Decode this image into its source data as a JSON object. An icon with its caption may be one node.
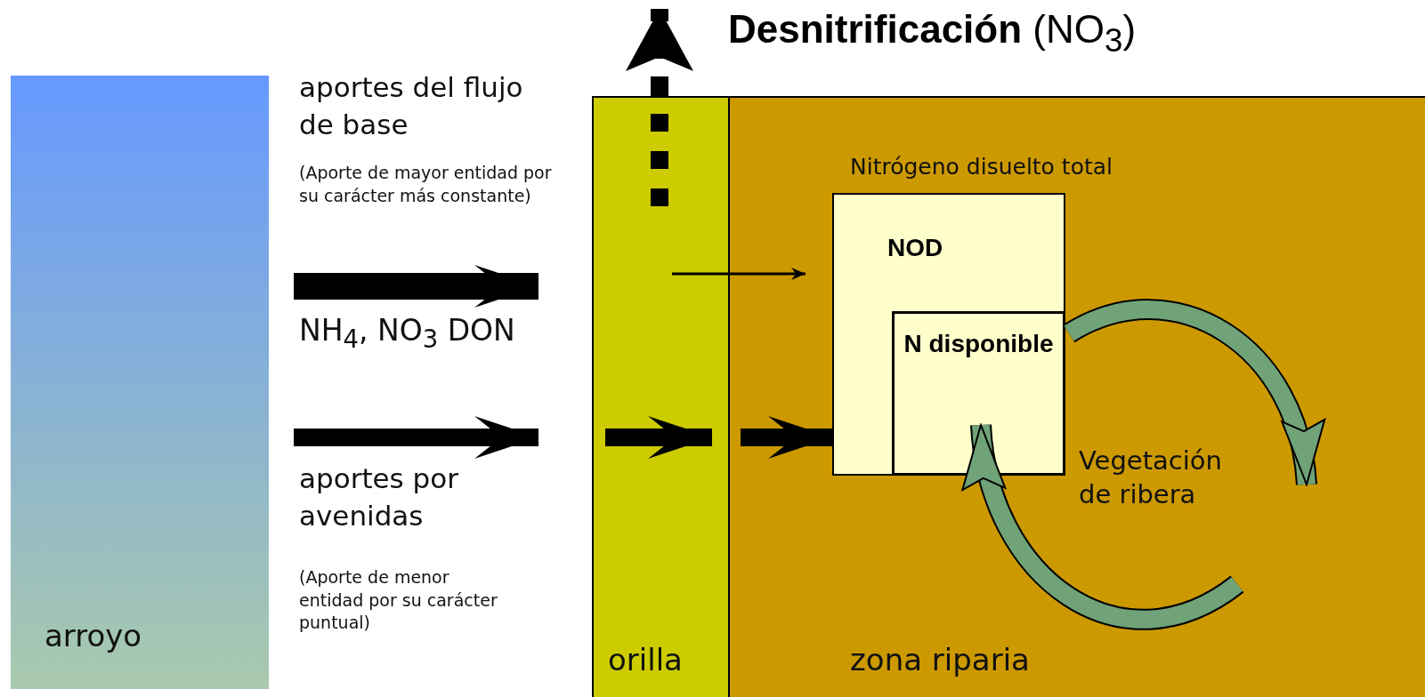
{
  "diagram": {
    "title": "**Desnitrificación** (NO$_{3}$)",
    "nodes": [
      {
        "text": [
          "arroyo"
        ]
      },
      {
        "text": [
          "orilla"
        ]
      },
      {
        "text": [
          "zona riparia"
        ]
      },
      {
        "text": [
          "Nitrógeno disuelto total",
          "NOD"
        ],
        "in": 2
      },
      {
        "text": [
          "N disponible"
        ],
        "in": 3
      },
      {
        "text": [
          "Vegetación de ribera"
        ],
        "in": 2
      }
    ],
    "edges": [
      {
        "from": 0,
        "to": 1,
        "arrow": "to"
      },
      {
        "from": 0,
        "to": 1,
        "arrow": "to"
      },
      {
        "from": 1,
        "to": 3,
        "arrow": "to"
      },
      {
        "from": 1,
        "to": 2,
        "arrow": "to"
      },
      {
        "from": 2,
        "to": 3,
        "arrow": "to"
      },
      {
        "from": 1,
        "to": null,
        "arrow": "to",
        "style": "dashed"
      },
      {
        "from": 4,
        "to": 5,
        "arrow": "to",
        "color": "#70a378"
      },
      {
        "from": null,
        "to": 4,
        "arrow": "to",
        "color": "#70a378"
      }
    ],
    "labels": [
      "aportes del flujo de base",
      "(Aporte de mayor entidad por su carácter más constante)",
      "NH$_{4}$, NO$_{3}$ DON",
      "aportes por avenidas",
      "(Aporte de menor entidad por su carácter puntual)"
    ]
  }
}
